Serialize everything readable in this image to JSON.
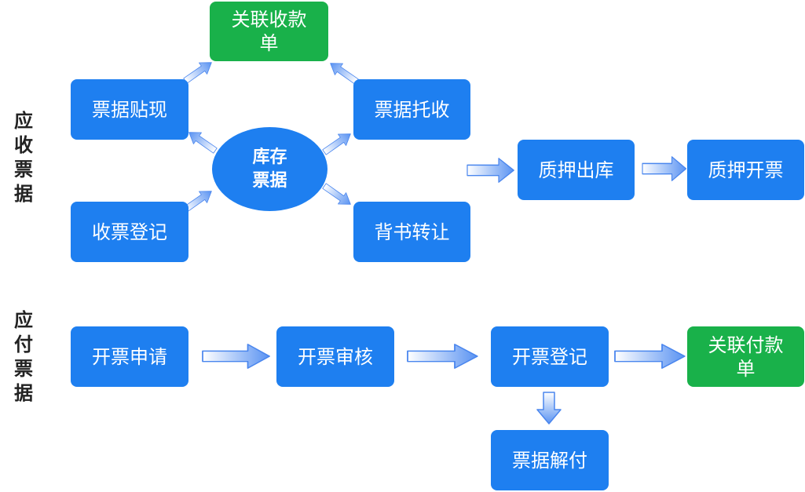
{
  "receivable": {
    "label": [
      "应",
      "收",
      "票",
      "据"
    ],
    "center_line1": "库存",
    "center_line2": "票据",
    "discount": "票据贴现",
    "related_receipt_line1": "关联收款",
    "related_receipt_line2": "单",
    "collection": "票据托收",
    "register": "收票登记",
    "endorse": "背书转让",
    "pledge_out": "质押出库",
    "pledge_invoice": "质押开票"
  },
  "payable": {
    "label": [
      "应",
      "付",
      "票",
      "据"
    ],
    "apply": "开票申请",
    "review": "开票审核",
    "register": "开票登记",
    "related_payment_line1": "关联付款",
    "related_payment_line2": "单",
    "release": "票据解付"
  },
  "colors": {
    "blue": "#1e7ff0",
    "green": "#19b14a"
  }
}
